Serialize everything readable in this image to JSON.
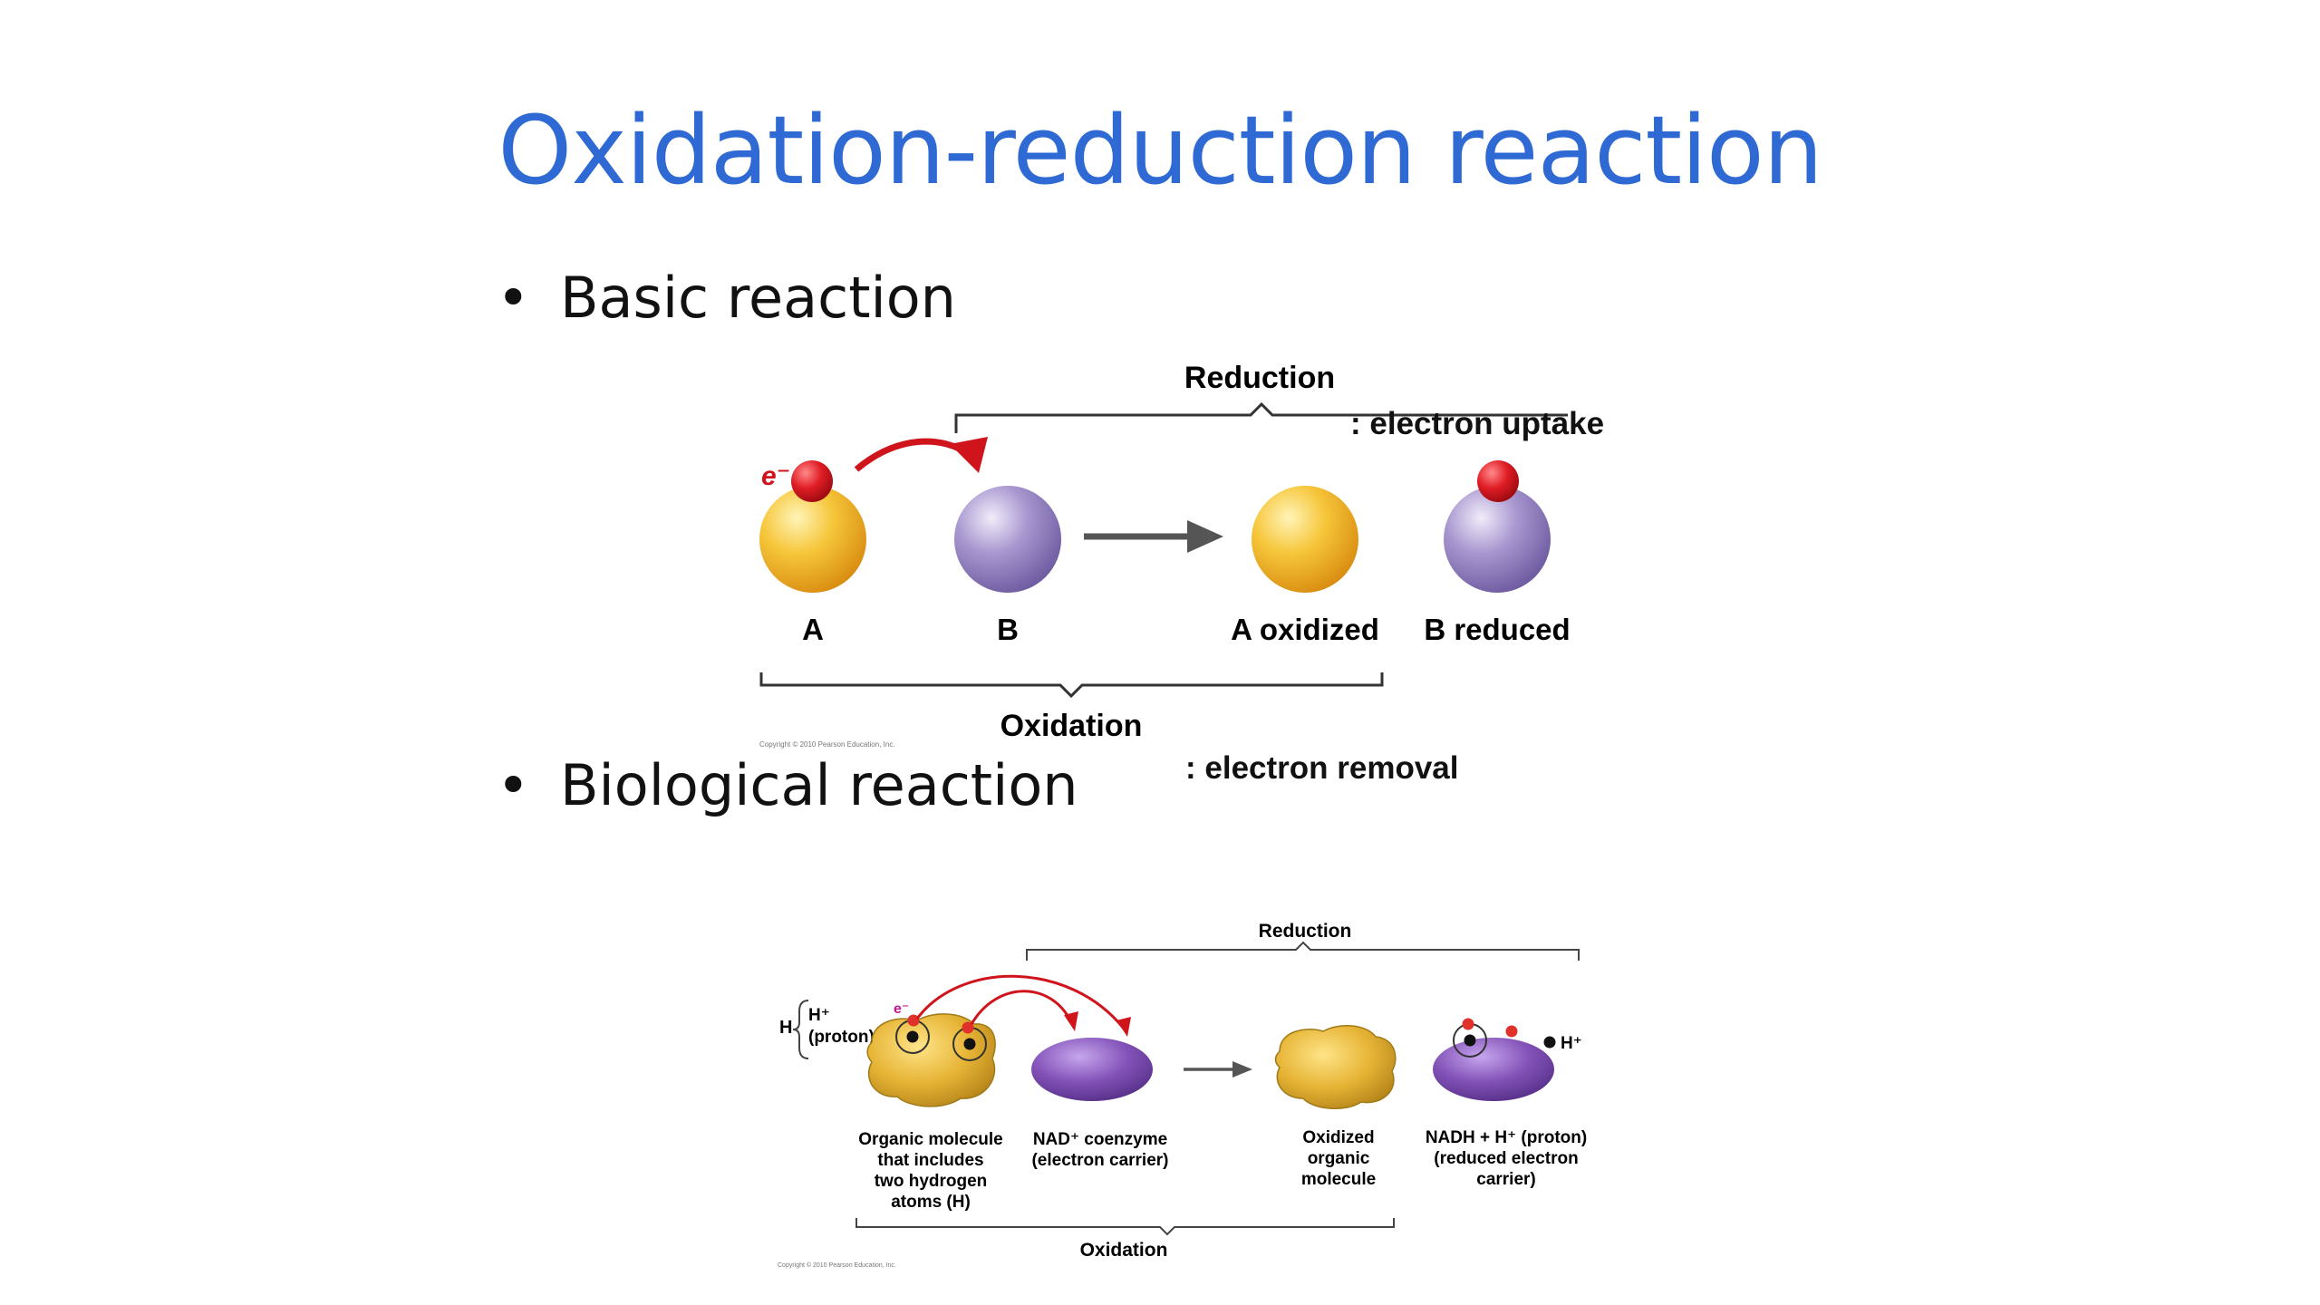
{
  "slide": {
    "title": "Oxidation-reduction reaction",
    "bullets": [
      {
        "label": "Basic reaction"
      },
      {
        "label": "Biological reaction"
      }
    ],
    "notes": {
      "uptake": ": electron uptake",
      "removal": ": electron removal"
    }
  },
  "basic_diagram": {
    "reduction_label": "Reduction",
    "oxidation_label": "Oxidation",
    "electron_label": "e⁻",
    "labels": {
      "a": "A",
      "b": "B",
      "a_oxidized": "A oxidized",
      "b_reduced": "B reduced"
    },
    "copyright": "Copyright © 2010 Pearson Education, Inc.",
    "colors": {
      "yellow": "#f2b526",
      "purple": "#8f7bbd",
      "electron": "#d0141c",
      "arrow_red": "#d0141c",
      "arrow_gray": "#555555"
    }
  },
  "bio_diagram": {
    "reduction_label": "Reduction",
    "oxidation_label": "Oxidation",
    "h_label": "H",
    "proton_line1": "H⁺",
    "proton_line2": "(proton)",
    "electron_label": "e⁻",
    "h_plus": "H⁺",
    "organic": [
      "Organic molecule",
      "that includes",
      "two hydrogen",
      "atoms (H)"
    ],
    "nad": [
      "NAD⁺ coenzyme",
      "(electron carrier)"
    ],
    "oxidized": [
      "Oxidized",
      "organic",
      "molecule"
    ],
    "nadh": [
      "NADH + H⁺ (proton)",
      "(reduced electron",
      "carrier)"
    ],
    "copyright": "Copyright © 2010 Pearson Education, Inc.",
    "colors": {
      "gold": "#e0b030",
      "purple": "#7a4cae"
    }
  }
}
